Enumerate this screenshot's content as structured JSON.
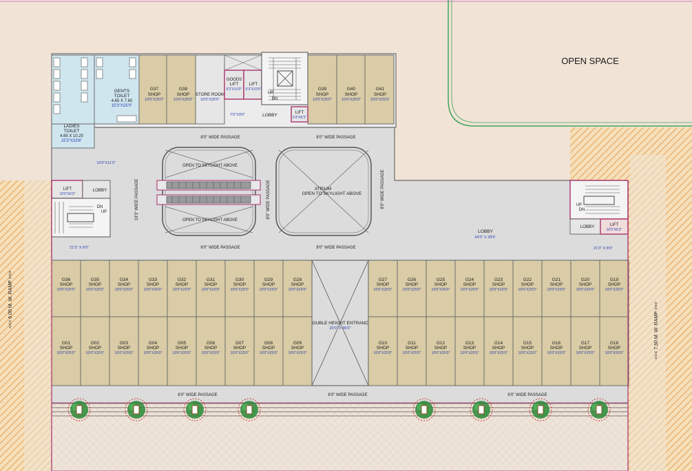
{
  "labels": {
    "open_space": "OPEN SPACE",
    "lobby_main": "LOBBY",
    "lobby_main_dim": "64'0\" X 28'6\"",
    "lobby_left": "LOBBY",
    "lobby_right": "LOBBY",
    "lobby_core": "LOBBY",
    "atrium_1": "ATRIUM",
    "atrium_2": "OPEN TO SKYLIGHT ABOVE",
    "open_sky_top": "OPEN TO SKYLIGHT ABOVE",
    "open_sky_bottom": "OPEN TO SKYLIGHT ABOVE",
    "entrance": "DOUBLE HEIGHT ENTRANCE",
    "entrance_dim": "20'0\" X 46'6\"",
    "store_room": "STORE ROOM",
    "store_room_dim": "10'0\"X25'0\"",
    "goods_lift_1": "GOODS",
    "goods_lift_2": "LIFT",
    "goods_lift_dim": "6'3\"X10'0\"",
    "lift_core": "LIFT",
    "lift_core_dim": "6'3\"X10'0\"",
    "lift_core2": "LIFT",
    "lift_core2_dim": "6'3\"X6'3\"",
    "lift_left": "LIFT",
    "lift_left_dim": "10'0\"X6'3\"",
    "lift_right": "LIFT",
    "lift_right_dim": "10'0\"X6'3\"",
    "gents_1": "GENTS",
    "gents_2": "TOILET",
    "gents_3": "4.65 X 7.60",
    "gents_dim": "15'3\"X25'0\"",
    "ladies_1": "LADIES",
    "ladies_2": "TOILET",
    "ladies_3": "4.65 X 10.20",
    "ladies_dim": "15'3\"X33'6\"",
    "dim_corr": "7'0\"X9'0\"",
    "dim_left_strip": "10'0\"X11'3\"",
    "dim_left_lobby": "21'3\" X 8'0\"",
    "dim_right_lobby": "21'3\" X 8'0\"",
    "passage_8_a": "8'0\" WIDE PASSAGE",
    "passage_8_b": "8'0\" WIDE PASSAGE",
    "passage_8_c": "8'0\" WIDE PASSAGE",
    "passage_8_d": "8'0\" WIDE PASSAGE",
    "passage_6_a": "6'0\" WIDE PASSAGE",
    "passage_6_b": "6'0\" WIDE PASSAGE",
    "passage_6_c": "6'0\" WIDE PASSAGE",
    "passage_v_1": "19'3\" WIDE PASSAGE",
    "passage_v_2": "8'0\" WIDE PASSAGE",
    "passage_v_3": "8'0\" WIDE PASSAGE",
    "ramp_left": "<<< 6.00  M. W.  RAMP >>>",
    "ramp_right": "<<< 7.50  M. W.  RAMP >>>",
    "up": "UP",
    "dn": "DN"
  },
  "shop_word": "SHOP",
  "shop_dim": "10'0\"X25'0\"",
  "shops_top": [
    "G37",
    "G38",
    "G39",
    "G40",
    "G41"
  ],
  "shops_mid_left": [
    "G36",
    "G35",
    "G34",
    "G33",
    "G32",
    "G31",
    "G30",
    "G29",
    "G28"
  ],
  "shops_mid_right": [
    "G27",
    "G26",
    "G25",
    "G24",
    "G23",
    "G22",
    "G21",
    "G20",
    "G19"
  ],
  "shops_bottom_left": [
    "G01",
    "G02",
    "G03",
    "G04",
    "G05",
    "G06",
    "G07",
    "G08",
    "G09"
  ],
  "shops_bottom_right": [
    "G10",
    "G11",
    "G12",
    "G13",
    "G14",
    "G15",
    "G16",
    "G17",
    "G18"
  ],
  "colors": {
    "background": "#f1e3d6",
    "shop_fill": "#d9cca6",
    "corridor_fill": "#dcdcdc",
    "wall": "#6b6b6b",
    "accent_magenta": "#b0487a",
    "dimension_blue": "#2b3fb0",
    "toilet_fill": "#cfe6ef",
    "tree_green": "#2f8a3a",
    "hatch": "#e2a15a"
  }
}
